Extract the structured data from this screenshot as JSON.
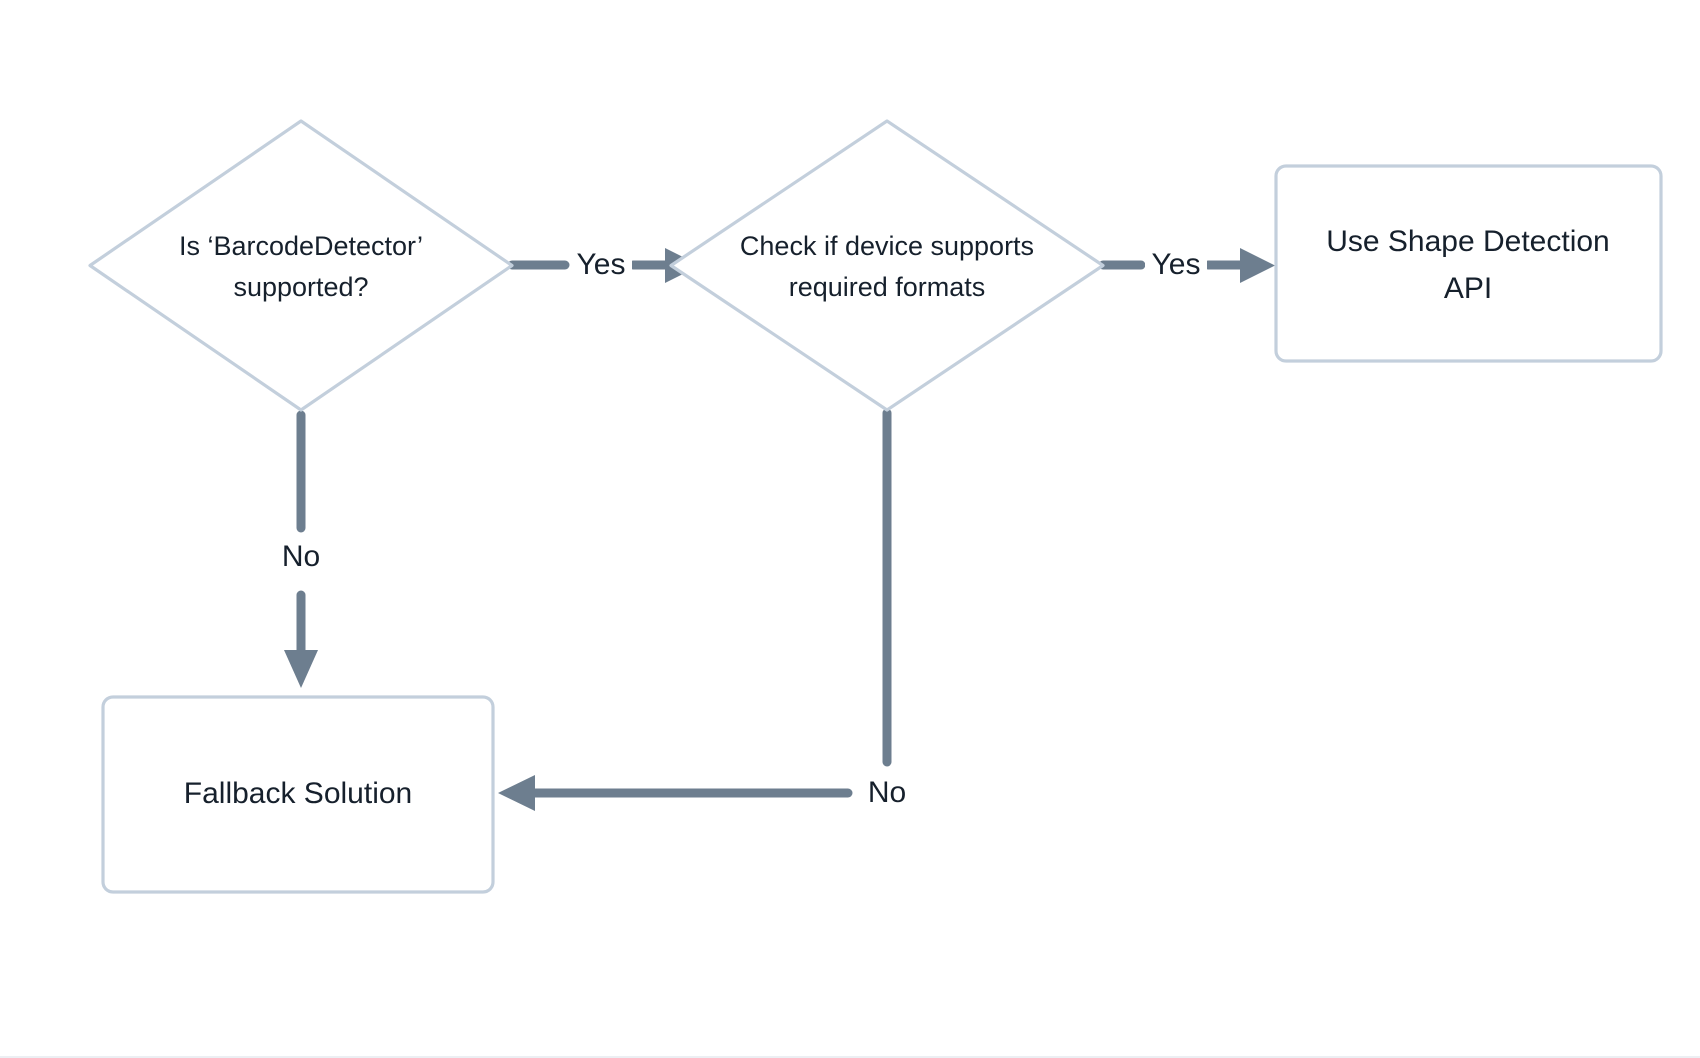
{
  "diagram": {
    "type": "flowchart",
    "title": "BarcodeDetector support decision flow",
    "background_color": "#ffffff",
    "node_fill_color": "#ffffff",
    "node_border_color": "#c3cfdc",
    "edge_color": "#6d7e8f",
    "text_color": "#16202c",
    "nodes": [
      {
        "id": "barcode-detector-check",
        "shape": "diamond",
        "lines": [
          "Is ‘BarcodeDetector’",
          "supported?"
        ]
      },
      {
        "id": "device-formats-check",
        "shape": "diamond",
        "lines": [
          "Check if device supports",
          "required formats"
        ]
      },
      {
        "id": "use-shape-detection-api",
        "shape": "rectangle",
        "lines": [
          "Use Shape Detection",
          "API"
        ]
      },
      {
        "id": "fallback-solution",
        "shape": "rectangle",
        "lines": [
          "Fallback Solution"
        ]
      }
    ],
    "edges": [
      {
        "id": "barcode-yes-to-formats",
        "from": "barcode-detector-check",
        "to": "device-formats-check",
        "label": "Yes",
        "direction": "right"
      },
      {
        "id": "barcode-no-to-fallback",
        "from": "barcode-detector-check",
        "to": "fallback-solution",
        "label": "No",
        "direction": "down"
      },
      {
        "id": "formats-yes-to-api",
        "from": "device-formats-check",
        "to": "use-shape-detection-api",
        "label": "Yes",
        "direction": "right"
      },
      {
        "id": "formats-no-to-fallback",
        "from": "device-formats-check",
        "to": "fallback-solution",
        "label": "No",
        "direction": "down-left"
      }
    ]
  }
}
